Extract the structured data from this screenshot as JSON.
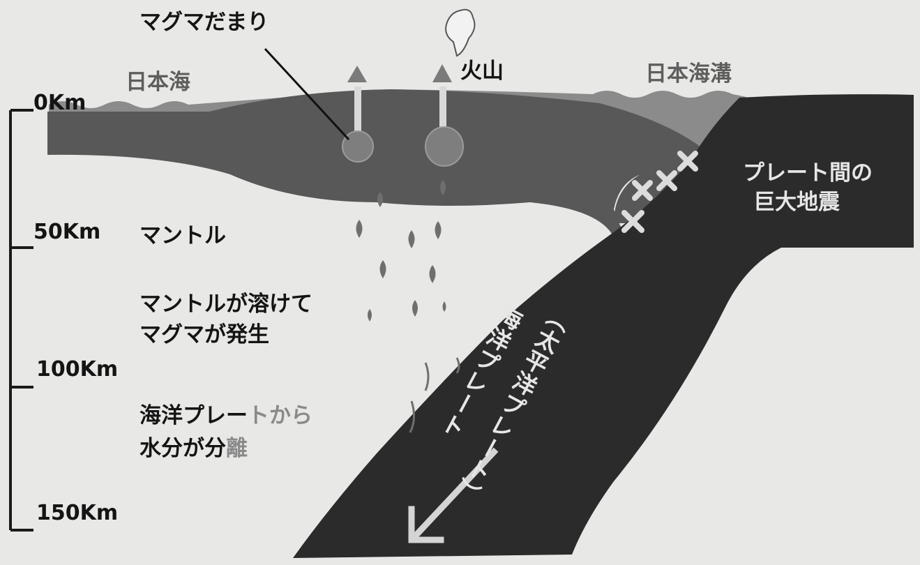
{
  "depth_scale": {
    "ticks": [
      "0Km",
      "50Km",
      "100Km",
      "150Km"
    ]
  },
  "labels": {
    "magma_chamber": "マグマだまり",
    "volcano": "火山",
    "sea_of_japan": "日本海",
    "japan_trench": "日本海溝",
    "interplate_quake_line1": "プレート間の",
    "interplate_quake_line2": "巨大地震",
    "mantle": "マントル",
    "melt_line1": "マントルが溶けて",
    "melt_line2": "マグマが発生",
    "water_line1_a": "海洋プレー",
    "water_line1_b": "トから",
    "water_line2_a": "水分が分",
    "water_line2_b": "離",
    "oceanic_plate_line1": "海洋プレート",
    "oceanic_plate_line2": "（太平洋プレート）"
  },
  "colors": {
    "background": "#e8e8e6",
    "plate": "#2b2b2b",
    "crust": "#5a5a5a",
    "sea": "#8b8b8b"
  }
}
